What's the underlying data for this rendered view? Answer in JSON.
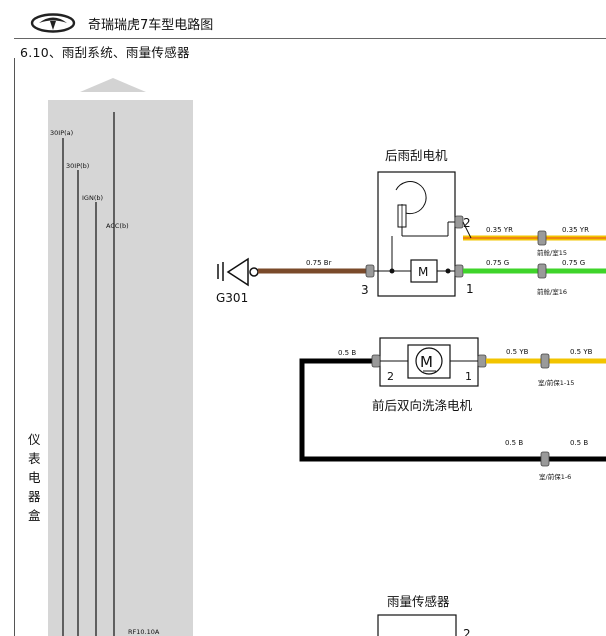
{
  "header": {
    "logo": "chery-logo-icon",
    "title": "奇瑞瑞虎7车型电路图"
  },
  "section_title": "6.10、雨刮系统、雨量传感器",
  "panel": {
    "label_chars": [
      "仪",
      "表",
      "电",
      "器",
      "盒"
    ],
    "lines": [
      "30IP(a)",
      "30IP(b)",
      "IGN(b)",
      "ACC(b)"
    ],
    "bottom_label": "RF10.10A"
  },
  "ground": {
    "label": "G301"
  },
  "rear_wiper_motor": {
    "title": "后雨刮电机",
    "pins": [
      "2",
      "3",
      "1"
    ],
    "motor_symbol": "M"
  },
  "washer_motor": {
    "title": "前后双向洗涤电机",
    "pins": [
      "2",
      "1"
    ],
    "motor_symbol": "M"
  },
  "rain_sensor": {
    "title": "雨量传感器",
    "pin": "2"
  },
  "wires": [
    {
      "label": "0.75 Br",
      "color": "#7a4a2a"
    },
    {
      "label": "0.35 YR",
      "label2": "0.35 YR",
      "connector": "前舱/室15",
      "color": "#f2c400"
    },
    {
      "label": "0.75 G",
      "label2": "0.75 G",
      "connector": "前舱/室16",
      "color": "#3fd42a"
    },
    {
      "label": "0.5 B",
      "color": "#000000"
    },
    {
      "label": "0.5 YB",
      "label2": "0.5 YB",
      "connector": "室/前保1-15",
      "color": "#f2c400"
    },
    {
      "label": "0.5 B",
      "label2": "0.5 B",
      "connector": "室/前保1-6",
      "color": "#000000"
    }
  ]
}
